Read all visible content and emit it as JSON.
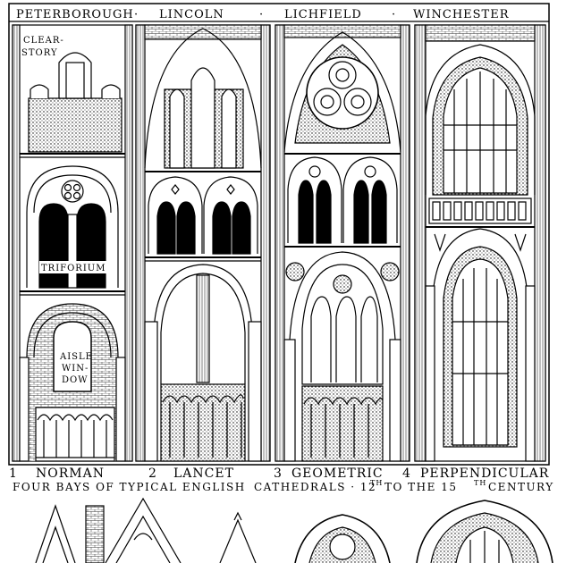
{
  "header": {
    "bays": [
      {
        "name": "PETERBOROUGH"
      },
      {
        "name": "LINCOLN"
      },
      {
        "name": "LICHFIELD"
      },
      {
        "name": "WINCHESTER"
      }
    ],
    "separator": "·"
  },
  "labels": {
    "clerestory_line1": "CLEAR-",
    "clerestory_line2": "STORY",
    "triforium": "TRIFORIUM",
    "aisle_line1": "AISLE",
    "aisle_line2": "WIN-",
    "aisle_line3": "DOW"
  },
  "captions": {
    "styles": [
      {
        "num": "1",
        "name": "NORMAN"
      },
      {
        "num": "2",
        "name": "LANCET"
      },
      {
        "num": "3",
        "name": "GEOMETRIC"
      },
      {
        "num": "4",
        "name": "PERPENDICULAR"
      }
    ],
    "subtitle_part1": "FOUR BAYS OF TYPICAL ENGLISH",
    "subtitle_part2": "CATHEDRALS · 12",
    "sup1": "TH",
    "subtitle_part3": "TO THE 15",
    "sup2": "TH",
    "subtitle_part4": "CENTURY"
  },
  "colors": {
    "ink": "#000000",
    "paper": "#ffffff",
    "stipple": "#8a8a8a"
  }
}
